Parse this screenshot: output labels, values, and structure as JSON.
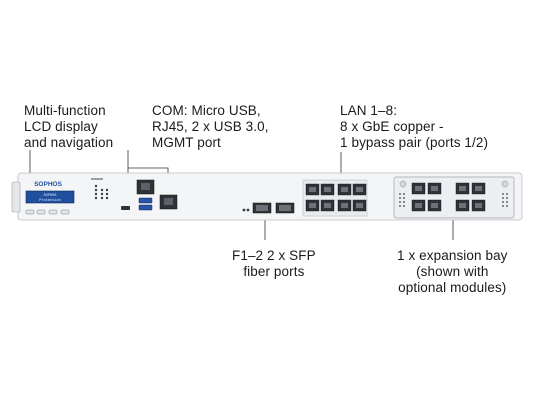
{
  "callouts": {
    "lcd": [
      "Multi-function",
      "LCD display",
      "and navigation"
    ],
    "com": [
      "COM: Micro USB,",
      "RJ45, 2 x USB 3.0,",
      "MGMT port"
    ],
    "lan": [
      "LAN 1–8:",
      "8 x GbE copper -",
      "1 bypass pair (ports 1/2)"
    ],
    "sfp": [
      "F1–2  2 x SFP",
      "fiber ports"
    ],
    "expansion": [
      "1 x expansion bay",
      "(shown with",
      "optional modules)"
    ]
  },
  "device": {
    "brand": "SOPHOS",
    "lcd_text": [
      "SOPHOS",
      "Protection"
    ]
  },
  "colors": {
    "chassis": "#f4f5f7",
    "chassis_border": "#b9bcc1",
    "lcd_screen": "#1f4f9e",
    "brand": "#1f4fa0",
    "port_metal": "#3a3d42"
  }
}
